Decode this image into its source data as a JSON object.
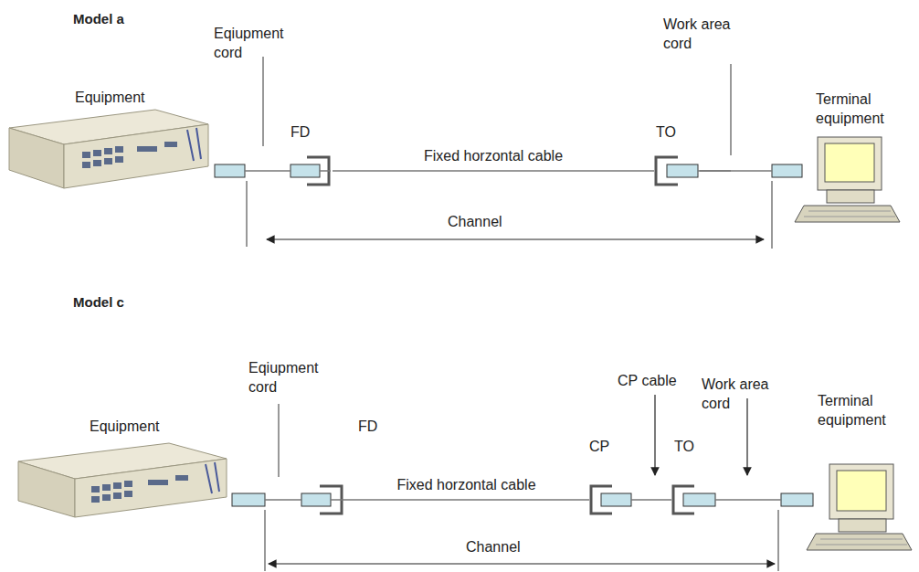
{
  "diagram": {
    "nodes": [
      {
        "text": [
          "Equipment"
        ]
      },
      {
        "text": [
          "FD"
        ]
      },
      {
        "text": [
          "TO"
        ]
      },
      {
        "text": [
          "Terminal equipment"
        ]
      },
      {
        "text": [
          "Equipment"
        ]
      },
      {
        "text": [
          "FD"
        ]
      },
      {
        "text": [
          "CP"
        ]
      },
      {
        "text": [
          "TO"
        ]
      },
      {
        "text": [
          "Terminal equipment"
        ]
      }
    ],
    "edges": [
      {
        "from": 0,
        "to": 1,
        "arrow": "none"
      },
      {
        "from": 1,
        "to": 2,
        "label": "Fixed horzontal cable",
        "arrow": "none"
      },
      {
        "from": 2,
        "to": 3,
        "arrow": "none"
      },
      {
        "from": 4,
        "to": 5,
        "arrow": "none"
      },
      {
        "from": 5,
        "to": 6,
        "label": "Fixed horzontal cable",
        "arrow": "none"
      },
      {
        "from": 6,
        "to": 7,
        "arrow": "none"
      },
      {
        "from": 7,
        "to": 8,
        "arrow": "none"
      }
    ],
    "labels": [
      "Model a",
      "Eqiupment cord",
      "Work area cord",
      "Channel",
      "Model c",
      "Eqiupment cord",
      "CP cable",
      "Work area cord",
      "Channel"
    ]
  }
}
